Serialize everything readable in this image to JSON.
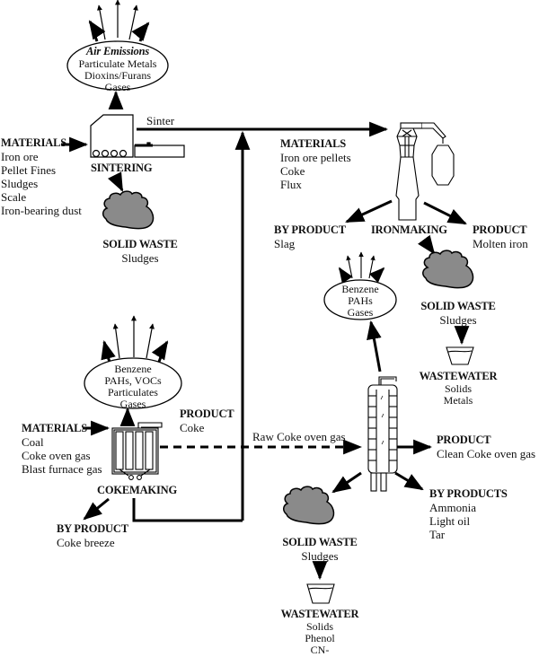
{
  "title": "Integrated steel mill process flow: sintering, ironmaking, cokemaking and coke oven gas cleaning",
  "colors": {
    "line": "#000000",
    "solid_waste_fill": "#8a8a8a",
    "background": "#ffffff"
  },
  "sintering": {
    "process_label": "SINTERING",
    "output_label": "Sinter",
    "materials": {
      "heading": "MATERIALS",
      "items": [
        "Iron ore",
        "Pellet Fines",
        "Sludges",
        "Scale",
        "Iron-bearing dust"
      ]
    },
    "air_emissions": {
      "heading": "Air Emissions",
      "items": [
        "Particulate Metals",
        "Dioxins/Furans",
        "Gases"
      ]
    },
    "solid_waste": {
      "heading": "SOLID WASTE",
      "items": [
        "Sludges"
      ]
    }
  },
  "ironmaking": {
    "process_label": "IRONMAKING",
    "materials": {
      "heading": "MATERIALS",
      "items": [
        "Iron ore pellets",
        "Coke",
        "Flux"
      ]
    },
    "by_product": {
      "heading": "BY PRODUCT",
      "items": [
        "Slag"
      ]
    },
    "product": {
      "heading": "PRODUCT",
      "items": [
        "Molten iron"
      ]
    },
    "solid_waste": {
      "heading": "SOLID WASTE",
      "items": [
        "Sludges"
      ]
    },
    "wastewater": {
      "heading": "WASTEWATER",
      "items": [
        "Solids",
        "Metals"
      ]
    }
  },
  "cokemaking": {
    "process_label": "COKEMAKING",
    "materials": {
      "heading": "MATERIALS",
      "items": [
        "Coal",
        "Coke oven gas",
        "Blast furnace gas"
      ]
    },
    "air_emissions": {
      "items": [
        "Benzene",
        "PAHs, VOCs",
        "Particulates",
        "Gases"
      ]
    },
    "product": {
      "heading": "PRODUCT",
      "items": [
        "Coke"
      ]
    },
    "by_product": {
      "heading": "BY PRODUCT",
      "items": [
        "Coke breeze"
      ]
    },
    "gas_output_label": "Raw Coke oven gas"
  },
  "gas_cleaning": {
    "air_emissions": {
      "items": [
        "Benzene",
        "PAHs",
        "Gases"
      ]
    },
    "product": {
      "heading": "PRODUCT",
      "items": [
        "Clean Coke oven gas"
      ]
    },
    "by_products": {
      "heading": "BY PRODUCTS",
      "items": [
        "Ammonia",
        "Light oil",
        "Tar"
      ]
    },
    "solid_waste": {
      "heading": "SOLID WASTE",
      "items": [
        "Sludges"
      ]
    },
    "wastewater": {
      "heading": "WASTEWATER",
      "items": [
        "Solids",
        "Phenol",
        "CN-"
      ]
    }
  }
}
